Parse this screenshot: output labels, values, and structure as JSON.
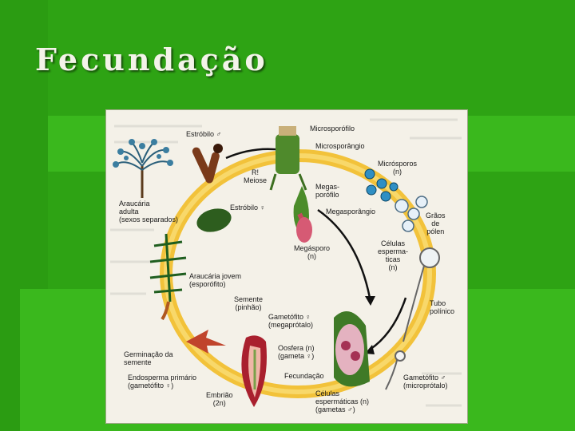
{
  "slide": {
    "title": "Fecundação"
  },
  "diagram": {
    "labels": {
      "estrobilo_m": "Estróbilo ♂",
      "microsporofilo": "Microsporófilo",
      "microsporangio": "Microsporângio",
      "microsporos": "Micrósporos\n(n)",
      "r1_meiose": "R!\nMeiose",
      "megasporofilo": "Megas-\nporófilo",
      "megasporangio": "Megasporângio",
      "estrobilo_f": "Estróbilo ♀",
      "araucaria_adulta": "Araucária\nadulta\n(sexos separados)",
      "graos_polen": "Grãos\nde\npólen",
      "celulas_espermaticas": "Células\nesperma-\nticas\n(n)",
      "megasporo": "Megásporo\n(n)",
      "araucaria_jovem": "Araucária jovem\n(esporófito)",
      "semente": "Semente\n(pinhão)",
      "tubo_polinico": "Tubo\npolínico",
      "gametofito_f": "Gametófito ♀\n(megaprótalo)",
      "oosfera": "Oosfera (n)\n(gameta ♀)",
      "germinacao": "Germinação da\nsemente",
      "endosperma": "Endosperma primário\n(gametófito ♀)",
      "fecundacao": "Fecundação",
      "gametofito_m": "Gametófito ♂\n(microprótalo)",
      "embriao": "Embrião\n(2n)",
      "celulas_espermaticas_gametas": "Células\nespermáticas (n)\n(gametas ♂)"
    }
  }
}
